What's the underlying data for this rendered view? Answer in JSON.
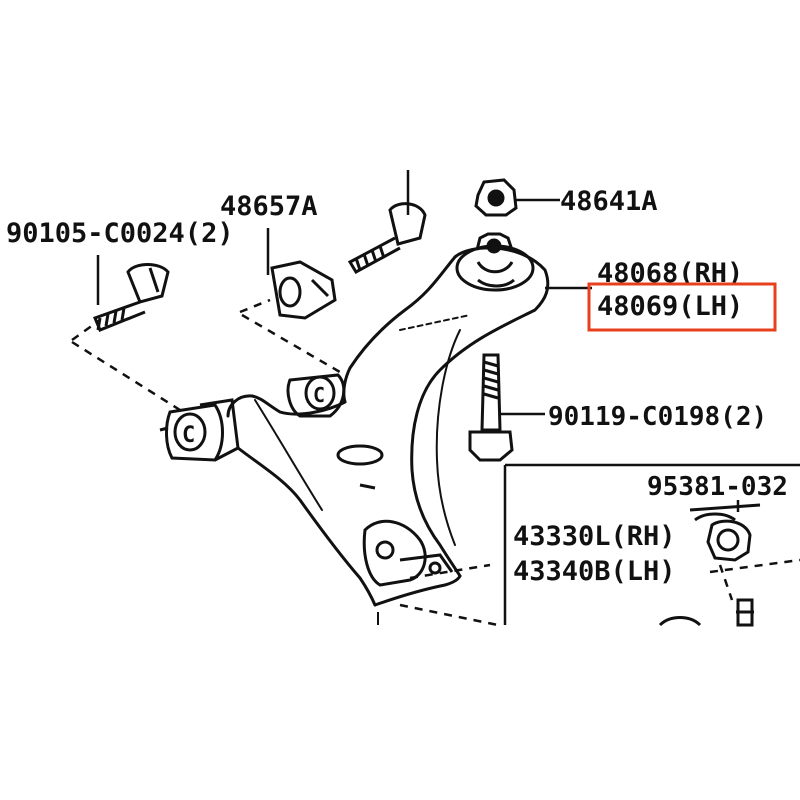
{
  "diagram": {
    "colors": {
      "line": "#111111",
      "highlight": "#e8401c",
      "background": "#ffffff"
    },
    "labels": {
      "bolt_90105": "90105-C0024(2)",
      "bracket_48657": "48657A",
      "nut_48641": "48641A",
      "arm_rh": "48068(RH)",
      "arm_lh": "48069(LH)",
      "bolt_90119": "90119-C0198(2)",
      "pin_95381": "95381-032",
      "joint_rh": "43330L(RH)",
      "joint_lh": "43340B(LH)"
    },
    "highlighted_part": "48069(LH)"
  }
}
